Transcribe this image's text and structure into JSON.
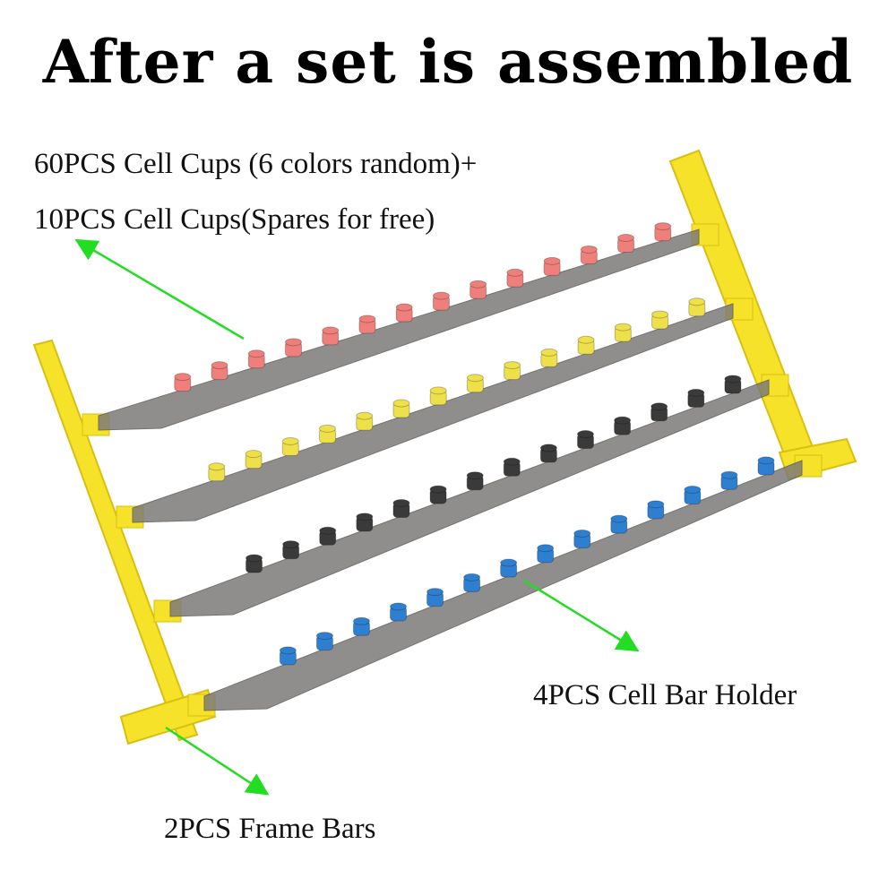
{
  "title": "After a set is assembled",
  "labels": {
    "cups_line1": "60PCS Cell Cups (6 colors random)+",
    "cups_line2": "10PCS Cell Cups(Spares for free)",
    "holder": "4PCS Cell Bar Holder",
    "frame": "2PCS Frame Bars"
  },
  "colors": {
    "frame": "#f7e22a",
    "bar": "#7d7b78",
    "arrow": "#22dd22",
    "cups": [
      "#ef7f7a",
      "#eee04a",
      "#3a3a3a",
      "#2f7fd0"
    ]
  },
  "icons": [
    "arrow-icon"
  ]
}
